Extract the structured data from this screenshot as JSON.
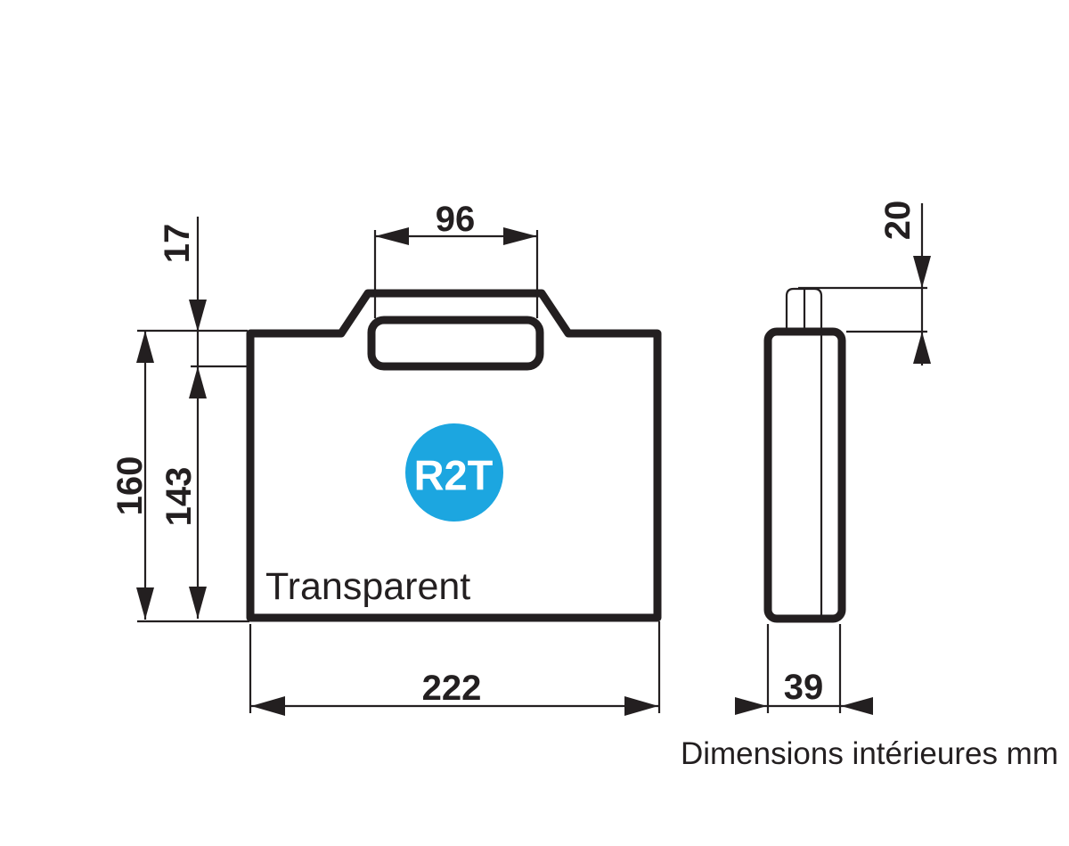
{
  "drawing": {
    "caption": "Dimensions intérieures mm",
    "units": "mm",
    "logo_text": "R2T",
    "logo_color": "#1CA6E0",
    "material_label": "Transparent",
    "views": {
      "front": {
        "handle_width": "96",
        "lid_height": "17",
        "height": "160",
        "inner_height": "143",
        "width": "222"
      },
      "side": {
        "tab_height": "20",
        "depth": "39"
      }
    }
  }
}
